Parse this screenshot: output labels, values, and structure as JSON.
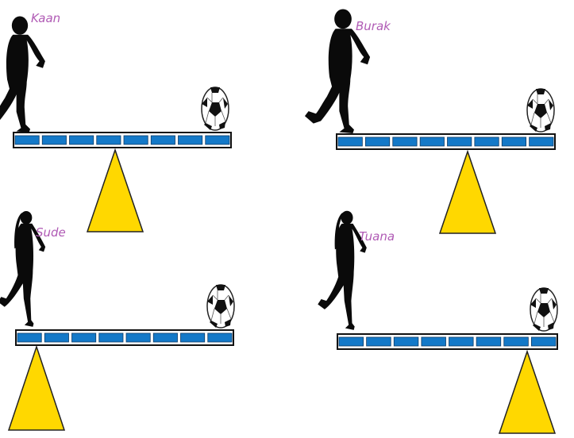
{
  "panels": [
    {
      "name": "Kaan",
      "figure": "running-boy-silhouette",
      "object": "soccer-ball",
      "beam_segments": 8,
      "fulcrum_segment_boundary": 4
    },
    {
      "name": "Burak",
      "figure": "running-boy-silhouette",
      "object": "soccer-ball",
      "beam_segments": 8,
      "fulcrum_segment_boundary": 5
    },
    {
      "name": "Sude",
      "figure": "running-girl-silhouette",
      "object": "soccer-ball",
      "beam_segments": 8,
      "fulcrum_segment_boundary": 1
    },
    {
      "name": "Tuana",
      "figure": "running-girl-silhouette",
      "object": "soccer-ball",
      "beam_segments": 8,
      "fulcrum_segment_boundary": 7
    }
  ],
  "colors": {
    "beam_fill": "#1479c8",
    "beam_border": "#111111",
    "fulcrum": "#ffd800",
    "fulcrum_border": "#222222",
    "label": "#b05bb5",
    "silhouette": "#0a0a0a"
  }
}
